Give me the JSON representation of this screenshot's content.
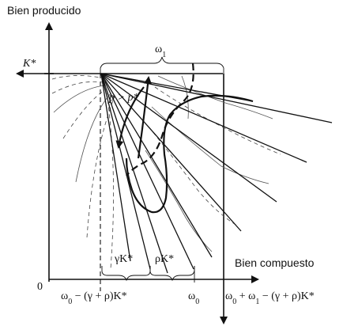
{
  "labels": {
    "y_axis": "Bien producido",
    "x_axis": "Bien compuesto",
    "k_star": "K*",
    "omega_1": "ω",
    "omega_1_sub": "1",
    "p_gt_pstar": "p > p*",
    "gamma_k": "γK*",
    "rho_k": "ρK*",
    "origin": "0",
    "x_tick_1": "ω",
    "x_tick_1_sub": "0",
    "x_tick_1_rest": " − (γ + ρ)K*",
    "x_tick_2": "ω",
    "x_tick_2_sub": "0",
    "x_tick_3": "ω",
    "x_tick_3_sub": "0",
    "x_tick_3_mid": " + ω",
    "x_tick_3_sub2": "1",
    "x_tick_3_rest": " − (γ + ρ)K*"
  }
}
